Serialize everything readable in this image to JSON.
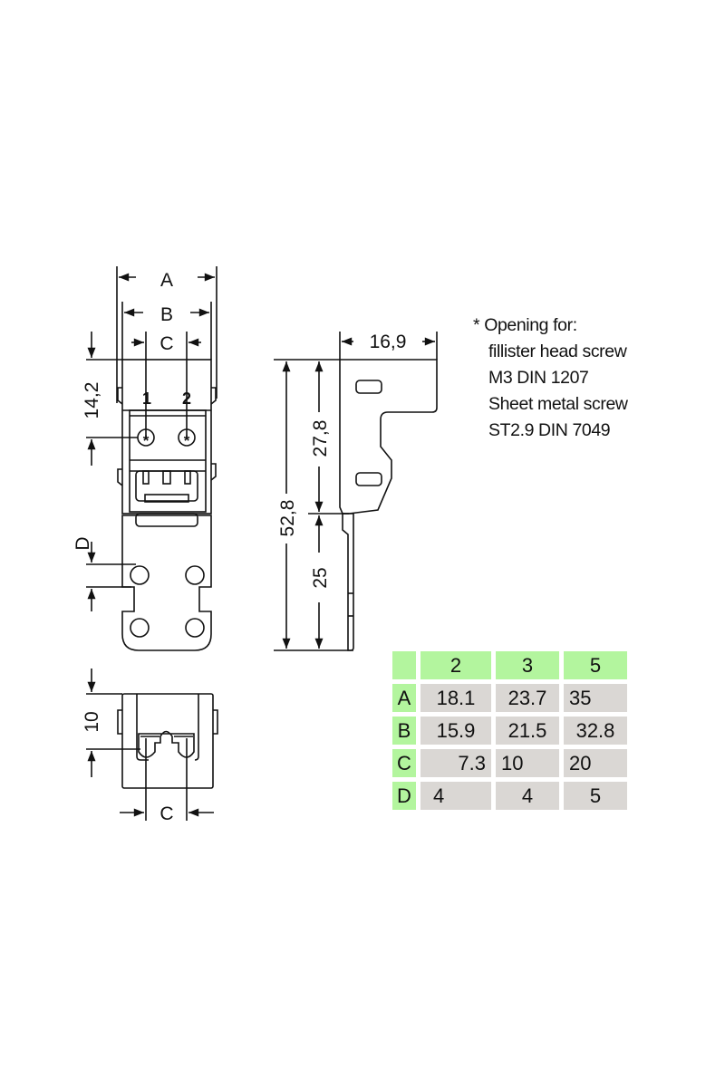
{
  "drawing": {
    "front_view": {
      "dim_A": "A",
      "dim_B": "B",
      "dim_C": "C",
      "dim_height_pin": "14,2",
      "dim_D": "D",
      "pin_1": "1",
      "pin_2": "2",
      "screw_mark": "*"
    },
    "side_view": {
      "dim_width": "16,9",
      "dim_total_height": "52,8",
      "dim_upper": "27,8",
      "dim_lower": "25"
    },
    "bottom_view": {
      "dim_height": "10",
      "dim_C": "C"
    }
  },
  "note": {
    "lines": [
      "* Opening for:",
      "fillister head screw",
      "M3 DIN 1207",
      "Sheet metal screw",
      "ST2.9 DIN 7049"
    ]
  },
  "table": {
    "headers": [
      "",
      "2",
      "3",
      "5"
    ],
    "rows": [
      {
        "label": "A",
        "values": [
          "18.1",
          "23.7",
          "35"
        ]
      },
      {
        "label": "B",
        "values": [
          "15.9",
          "21.5",
          "32.8"
        ]
      },
      {
        "label": "C",
        "values": [
          "7.3",
          "10",
          "20"
        ]
      },
      {
        "label": "D",
        "values": [
          "4",
          "4",
          "5"
        ]
      }
    ]
  },
  "colors": {
    "header_green": "#b3f59e",
    "cell_gray": "#dad7d4"
  }
}
